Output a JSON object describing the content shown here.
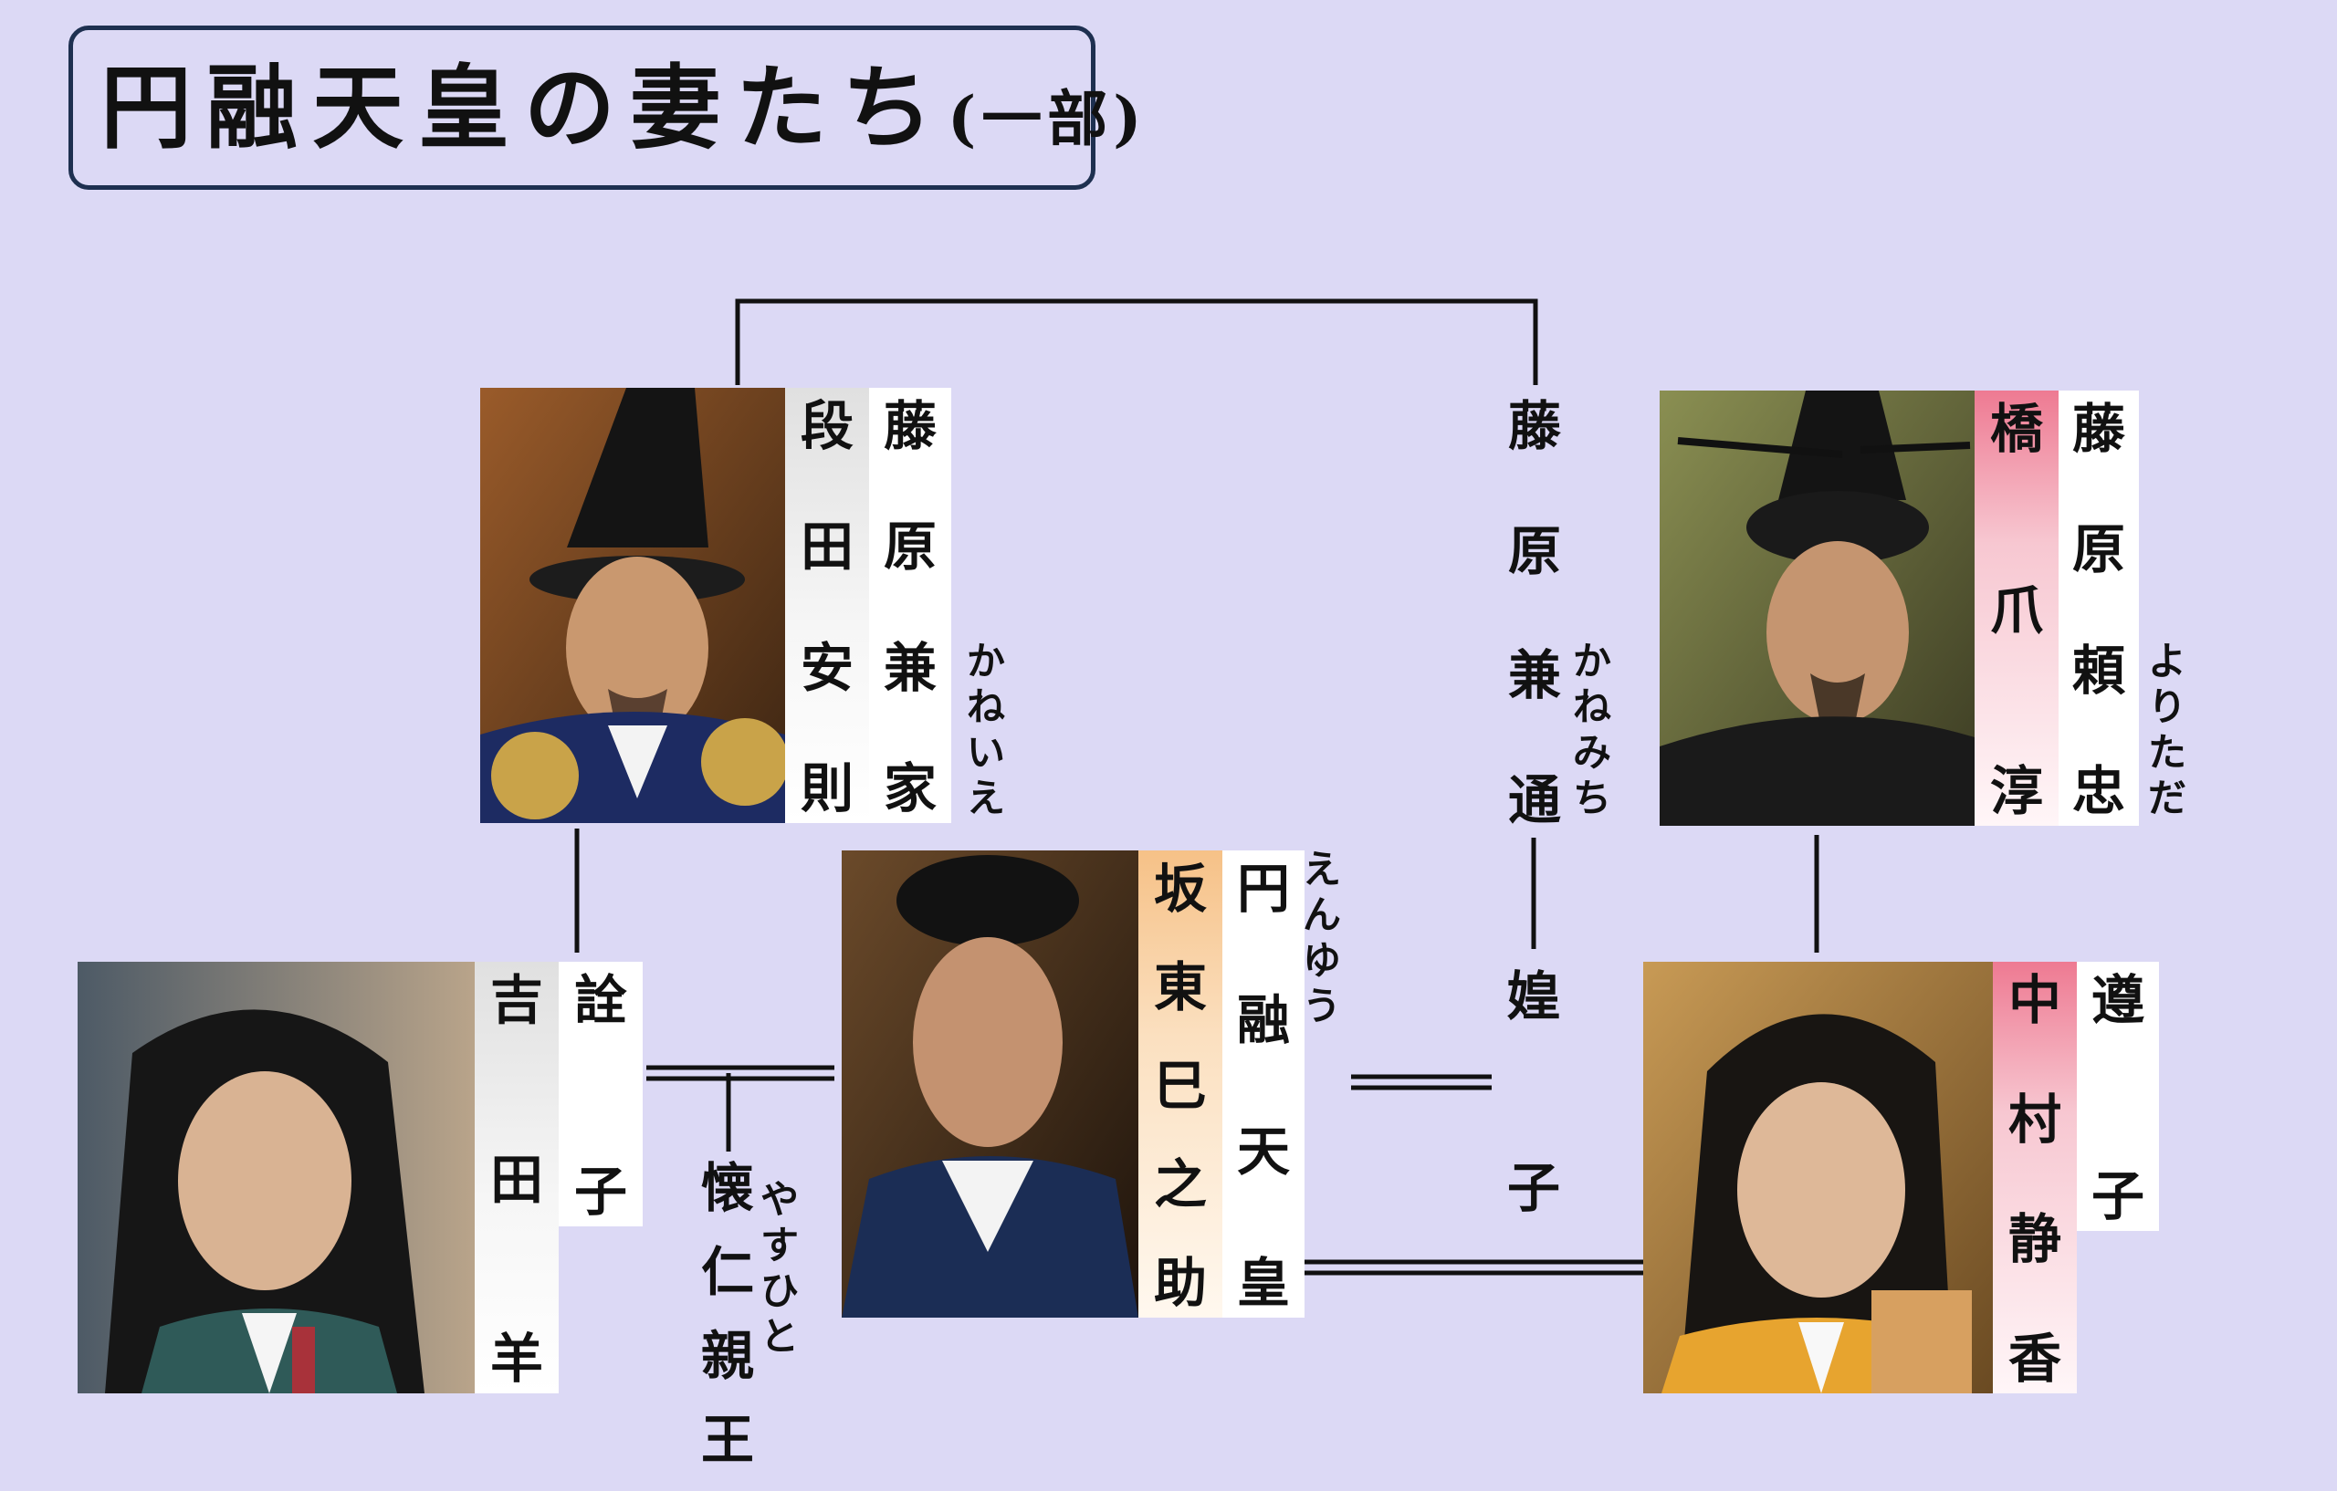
{
  "title": {
    "main": "円融天皇の妻たち",
    "sub": "(一部)"
  },
  "people": {
    "kaneie": {
      "role": "藤原兼家",
      "ruby": "かねいえ",
      "actor": "段田安則",
      "photo_icon": "portrait-kaneie"
    },
    "yoritada": {
      "role": "藤原頼忠",
      "ruby": "よりただ",
      "actor": "橋爪淳",
      "photo_icon": "portrait-yoritada"
    },
    "kanemichi": {
      "role": "藤原兼通",
      "ruby": "かねみち"
    },
    "enyu": {
      "role": "円融天皇",
      "ruby": "えんゆう",
      "actor": "坂東巳之助",
      "photo_icon": "portrait-enyu"
    },
    "senshi": {
      "role": "詮子",
      "actor": "吉田羊",
      "photo_icon": "portrait-senshi"
    },
    "junshi": {
      "role": "遵子",
      "actor": "中村静香",
      "photo_icon": "portrait-junshi"
    },
    "koushi": {
      "role": "媓子"
    },
    "yasuhito": {
      "role": "懐仁親王",
      "ruby": "やすひと"
    }
  },
  "colors": {
    "background": "#dcd9f5",
    "title_border": "#1e3050",
    "kaneie_actor_band": "#e0e0e0",
    "yoritada_actor_band": "#ee7a92",
    "enyu_actor_band": "#f6c187",
    "senshi_actor_band": "#e0e0e0",
    "junshi_actor_band": "#ee7a92",
    "lines": "#111111"
  }
}
